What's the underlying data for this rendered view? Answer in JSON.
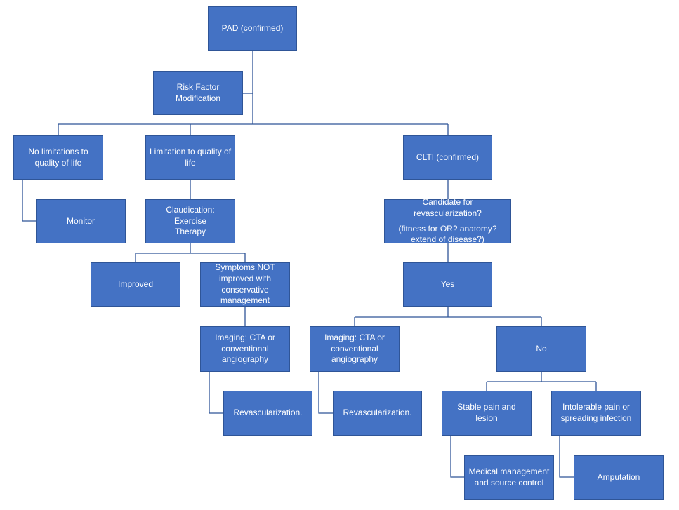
{
  "nodes": {
    "pad_confirmed": "PAD (confirmed)",
    "risk_factor": "Risk Factor\nModification",
    "no_limitations": "No limitations to\nquality of life",
    "limitation": "Limitation to quality of\nlife",
    "clti": "CLTI (confirmed)",
    "monitor": "Monitor",
    "claudication": "Claudication: Exercise\nTherapy",
    "candidate_title": "Candidate for revascularization?",
    "candidate_sub": "(fitness for OR? anatomy?\nextend of disease?)",
    "improved": "Improved",
    "symptoms_not_improved": "Symptoms NOT\nimproved with\nconservative\nmanagement",
    "yes": "Yes",
    "imaging_left": "Imaging: CTA or\nconventional\nangiography",
    "imaging_right": "Imaging: CTA or\nconventional\nangiography",
    "no": "No",
    "revasc_left": "Revascularization.",
    "revasc_right": "Revascularization.",
    "stable_pain": "Stable pain and lesion",
    "intolerable_pain": "Intolerable pain or\nspreading infection",
    "medical_management": "Medical management\nand source control",
    "amputation": "Amputation"
  },
  "colors": {
    "node_fill": "#4472C4",
    "node_border": "#2F5597",
    "connector": "#2F5597",
    "text": "#ffffff"
  }
}
